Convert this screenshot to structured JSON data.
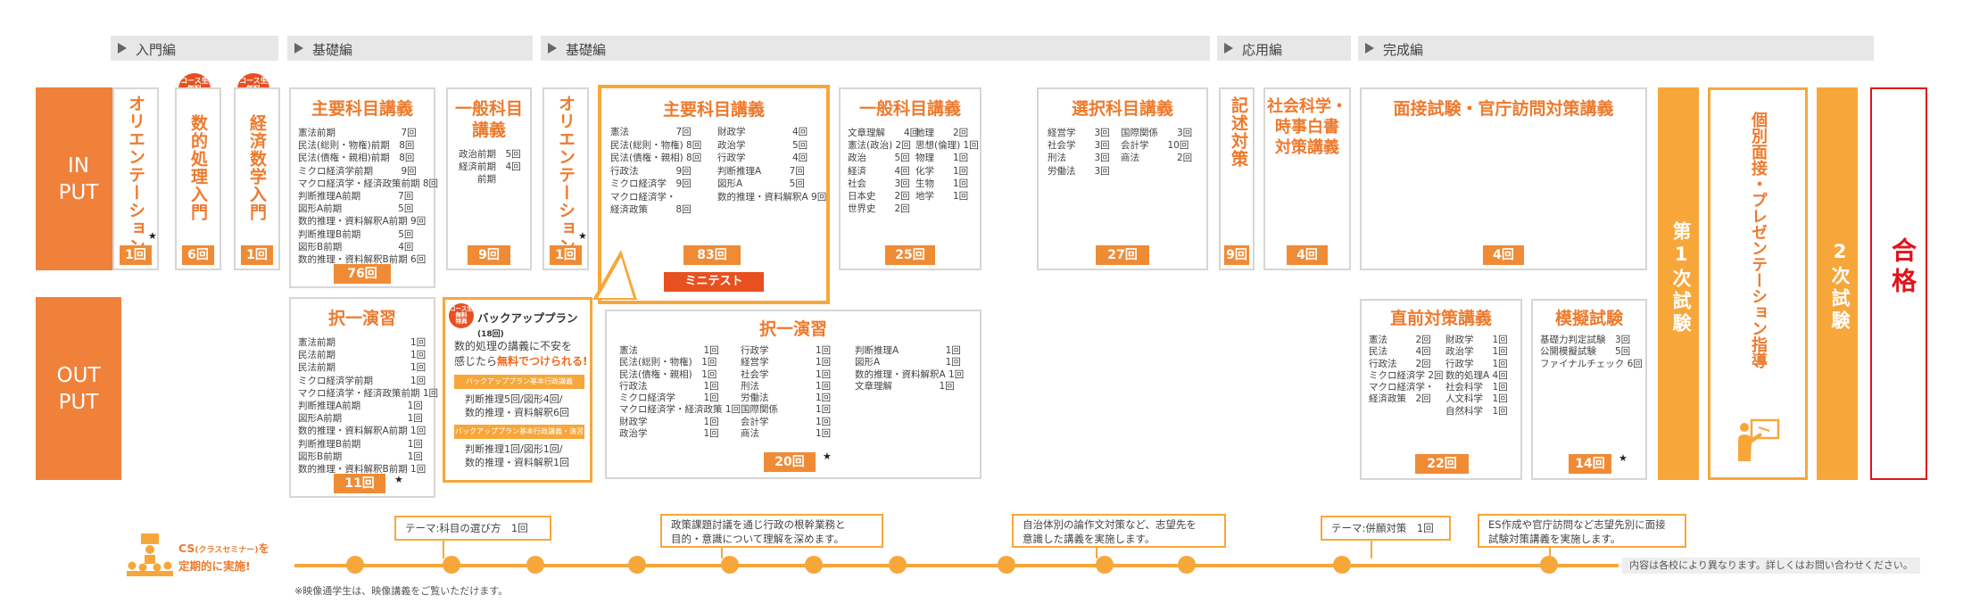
{
  "stages": [
    {
      "label": "入門編"
    },
    {
      "label": "基礎編"
    },
    {
      "label": "基礎編"
    },
    {
      "label": "応用編"
    },
    {
      "label": "完成編"
    }
  ],
  "rows": {
    "input": "IN\nPUT",
    "output": "OUT\nPUT"
  },
  "tokuten_text": "コース生\n無料\n特典",
  "input": {
    "orientation1": {
      "title": "オリエンテーション",
      "count": "1回",
      "star": "★"
    },
    "suteki": {
      "title": "数的処理入門",
      "count": "6回"
    },
    "keizai": {
      "title": "経済数学入門",
      "count": "1回"
    },
    "shuyo1": {
      "title": "主要科目講義",
      "items": "憲法前期　　　　　　　7回\n民法(総則・物権)前期　8回\n民法(債権・親相)前期　8回\nミクロ経済学前期　　　9回\nマクロ経済学・経済政策前期 8回\n判断推理A前期　　　　7回\n図形A前期　　　　　　5回\n数的推理・資料解釈A前期 9回\n判断推理B前期　　　　5回\n図形B前期　　　　　　4回\n数的推理・資料解釈B前期 6回",
      "count": "76回"
    },
    "ippan1": {
      "title": "一般科目\n講義",
      "items": "政治前期　5回\n経済前期　4回\n　　前期",
      "count": "9回"
    },
    "orientation2": {
      "title": "オリエンテーション",
      "count": "1回",
      "star": "★"
    },
    "shuyo2": {
      "title": "主要科目講義",
      "items_left": "憲法　　　　　7回\n民法(総則・物権) 8回\n民法(債権・親相) 8回\n行政法　　　　9回\nミクロ経済学　9回\nマクロ経済学・\n経済政策　　　8回",
      "items_right": "財政学　　　　　4回\n政治学　　　　　5回\n行政学　　　　　4回\n判断推理A　　　7回\n図形A　　　　　5回\n数的推理・資料解釈A 9回",
      "count": "83回",
      "mini": "ミニテスト"
    },
    "ippan2": {
      "title": "一般科目講義",
      "items_left": "文章理解　　4回\n憲法(政治) 2回\n政治　　　5回\n経済　　　4回\n社会　　　3回\n日本史　　2回\n世界史　　2回",
      "items_right": "地理　　2回\n思想(倫理) 1回\n物理　　1回\n化学　　1回\n生物　　1回\n地学　　1回",
      "count": "25回"
    },
    "sentaku": {
      "title": "選択科目講義",
      "items_left": "経営学　　3回\n社会学　　3回\n刑法　　　3回\n労働法　　3回",
      "items_right": "国際関係　　3回\n会計学　　10回\n商法　　　　2回",
      "count": "27回"
    },
    "kijutsu": {
      "title": "記述対策",
      "count": "9回"
    },
    "shakai": {
      "title": "社会科学・\n時事白書\n対策講義",
      "count": "4回"
    },
    "mensetsu": {
      "title": "面接試験・官庁訪問対策講義",
      "count": "4回"
    }
  },
  "output": {
    "takuitsu1": {
      "title": "択一演習",
      "items": "憲法前期　　　　　　　　1回\n民法前期　　　　　　　　1回\n民法前期　　　　　　　　1回\nミクロ経済学前期　　　　1回\nマクロ経済学・経済政策前期 1回\n判断推理A前期　　　　　1回\n図形A前期　　　　　　　1回\n数的推理・資料解釈A前期 1回\n判断推理B前期　　　　　1回\n図形B前期　　　　　　　1回\n数的推理・資料解釈B前期 1回",
      "count": "11回",
      "star": "★"
    },
    "backup": {
      "title": "バックアッププラン",
      "title_sub": "(18回)",
      "desc1": "数的処理の講義に不安を",
      "desc2_a": "感じたら",
      "desc2_b": "無料でつけられる!",
      "bar1": "バックアッププラン基本行政講義",
      "line1": "判断推理5回/図形4回/",
      "line2": "数的推理・資料解釈6回",
      "bar2": "バックアッププラン基本行政講義・演習",
      "line3": "判断推理1回/図形1回/",
      "line4": "数的推理・資料解釈1回"
    },
    "takuitsu2": {
      "title": "択一演習",
      "col1": "憲法　　　　　　　1回\n民法(総則・物権)　1回\n民法(債権・親相)　1回\n行政法　　　　　　1回\nミクロ経済学　　　1回\nマクロ経済学・経済政策 1回\n財政学　　　　　　1回\n政治学　　　　　　1回",
      "col2": "行政学　　　　　1回\n経営学　　　　　1回\n社会学　　　　　1回\n刑法　　　　　　1回\n労働法　　　　　1回\n国際関係　　　　1回\n会計学　　　　　1回\n商法　　　　　　1回",
      "col3": "判断推理A　　　　　1回\n図形A　　　　　　　1回\n数的推理・資料解釈A 1回\n文章理解　　　　　1回",
      "count": "20回",
      "star": "★"
    },
    "chokuzen": {
      "title": "直前対策講義",
      "items_left": "憲法　　　2回\n民法　　　4回\n行政法　　2回\nミクロ経済学 2回\nマクロ経済学・\n経済政策　2回",
      "items_right": "財政学　　1回\n政治学　　1回\n行政学　　1回\n数的処理A 4回\n社会科学　1回\n人文科学　1回\n自然科学　1回",
      "count": "22回"
    },
    "mogi": {
      "title": "模擬試験",
      "items": "基礎力判定試験　3回\n公開模擬試験　　5回\nファイナルチェック 6回",
      "count": "14回",
      "star": "★"
    }
  },
  "exams": {
    "first": "第1次試験",
    "kobetsu": "個別面接・プレゼンテーション指導",
    "second": "2次試験",
    "pass": "合格"
  },
  "timeline": {
    "cs_label1": "CS",
    "cs_label1_small": "(クラスセミナー)",
    "cs_label1_end": "を",
    "cs_label2": "定期的に実施!",
    "callouts": [
      "テーマ:科目の選び方　1回",
      "政策課題討議を通じ行政の根幹業務と\n目的・意識について理解を深めます。",
      "自治体別の論作文対策など、志望先を\n意識した講義を実施します。",
      "テーマ:併願対策　1回",
      "ES作成や官庁訪問など志望先別に面接\n試験対策講義を実施します。"
    ],
    "note_left": "※映像通学生は、映像講義をご覧いただけます。",
    "note_right": "内容は各校により異なります。詳しくはお問い合わせください。"
  },
  "colors": {
    "accent": "#f08b35",
    "light_accent": "#f7a73a",
    "pass_red": "#e0141c",
    "row_label": "#f0813a"
  }
}
